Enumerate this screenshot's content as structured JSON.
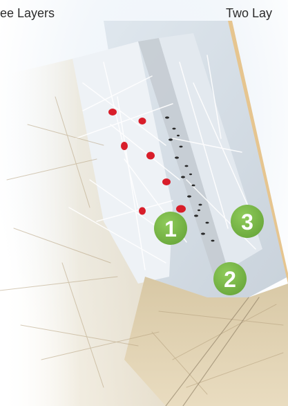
{
  "labels": {
    "left": "ee Layers",
    "right": "Two Lay"
  },
  "badges": [
    {
      "number": "1"
    },
    {
      "number": "2"
    },
    {
      "number": "3"
    }
  ],
  "colors": {
    "badge_green": "#7ab648",
    "fiber_white": "#ffffff",
    "fiber_tan": "#cdb48c",
    "edge_gold": "#e6c58f",
    "particle_red": "#d81e2a",
    "particle_dark": "#2a2a2a"
  }
}
